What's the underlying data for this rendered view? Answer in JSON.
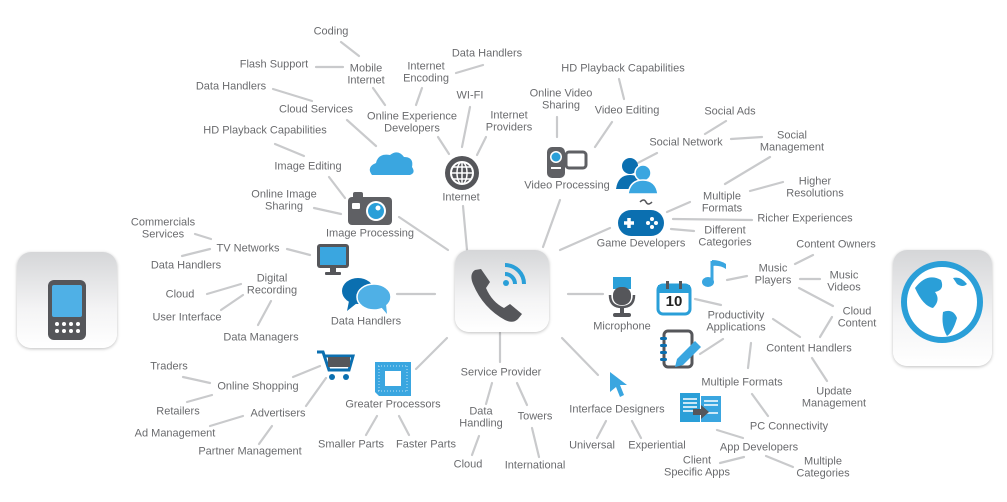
{
  "colors": {
    "accent": "#2a9fd8",
    "dark_accent": "#0b6fb0",
    "icon_gray": "#55565a",
    "text": "#6a6b6e",
    "line": "#c9cacc"
  },
  "hubs": {
    "left": "mobile-device-icon",
    "center": "phone-signal-icon",
    "right": "globe-icon"
  },
  "icons": {
    "calendar_day": "10"
  },
  "labels": {
    "coding": "Coding",
    "flash_support": "Flash Support",
    "mobile_internet": "Mobile\nInternet",
    "data_handlers_1": "Data Handlers",
    "cloud_services": "Cloud Services",
    "internet_encoding": "Internet\nEncoding",
    "data_handlers_2": "Data Handlers",
    "online_exp_dev": "Online Experience\nDevelopers",
    "wifi": "WI-FI",
    "internet_providers": "Internet\nProviders",
    "hd_playback_1": "HD Playback Capabilities",
    "image_editing": "Image Editing",
    "internet": "Internet",
    "online_image_sharing": "Online Image\nSharing",
    "image_processing": "Image Processing",
    "commercials": "Commercials\nServices",
    "tv_networks": "TV Networks",
    "data_handlers_3": "Data Handlers",
    "digital_recording": "Digital\nRecording",
    "cloud_1": "Cloud",
    "user_interface": "User Interface",
    "data_handlers_4": "Data Handlers",
    "data_managers": "Data Managers",
    "traders": "Traders",
    "online_shopping": "Online Shopping",
    "retailers": "Retailers",
    "advertisers": "Advertisers",
    "ad_management": "Ad Management",
    "partner_management": "Partner Management",
    "greater_processors": "Greater Processors",
    "smaller_parts": "Smaller Parts",
    "faster_parts": "Faster Parts",
    "service_provider": "Service Provider",
    "data_handling": "Data\nHandling",
    "towers": "Towers",
    "cloud_2": "Cloud",
    "international": "International",
    "interface_designers": "Interface Designers",
    "universal": "Universal",
    "experiential": "Experiential",
    "microphone": "Microphone",
    "hd_playback_2": "HD Playback Capabilities",
    "online_video_sharing": "Online Video\nSharing",
    "video_editing": "Video Editing",
    "video_processing": "Video Processing",
    "social_ads": "Social Ads",
    "social_network": "Social Network",
    "social_management": "Social\nManagement",
    "higher_resolutions": "Higher\nResolutions",
    "multiple_formats_1": "Multiple\nFormats",
    "richer_experiences": "Richer Experiences",
    "game_developers": "Game Developers",
    "different_categories": "Different\nCategories",
    "content_owners": "Content Owners",
    "music_players": "Music\nPlayers",
    "music_videos": "Music\nVideos",
    "cloud_content": "Cloud\nContent",
    "productivity_apps": "Productivity\nApplications",
    "content_handlers": "Content Handlers",
    "multiple_formats_2": "Multiple Formats",
    "update_management": "Update\nManagement",
    "pc_connectivity": "PC Connectivity",
    "app_developers": "App Developers",
    "client_specific": "Client\nSpecific Apps",
    "multiple_categories": "Multiple\nCategories"
  }
}
